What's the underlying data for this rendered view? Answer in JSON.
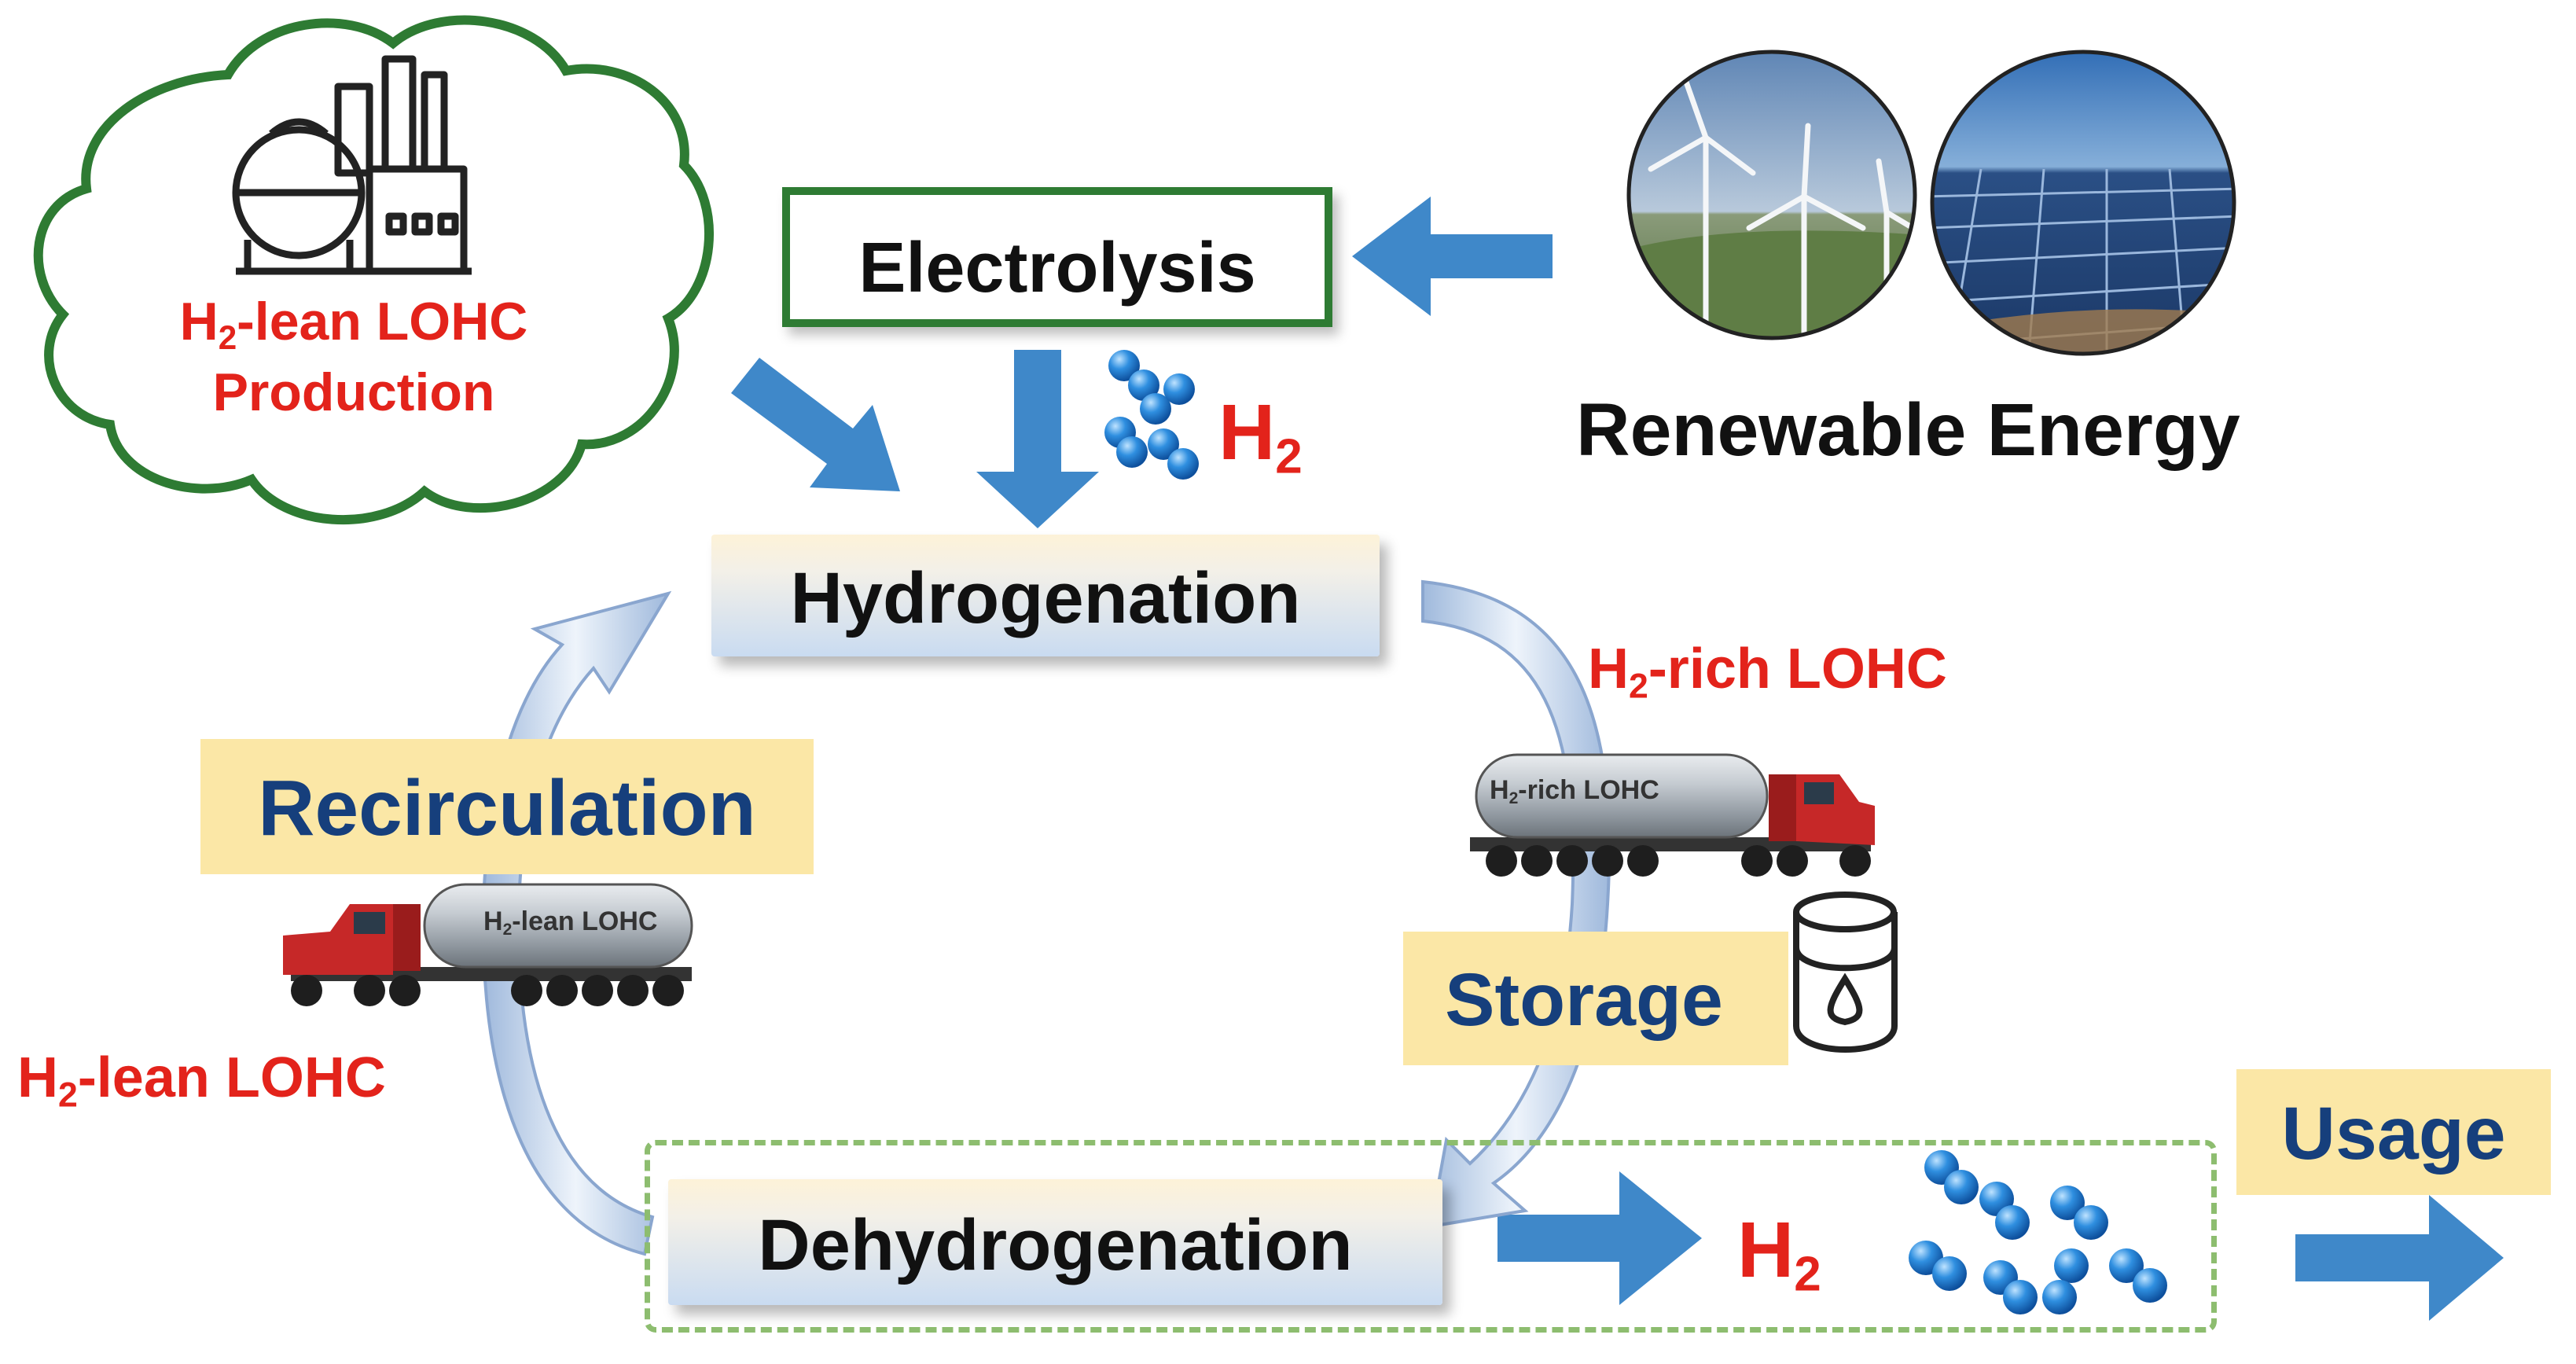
{
  "production": {
    "line1_prefix": "H",
    "line1_sub": "2",
    "line1_suffix": "-lean LOHC",
    "line2": "Production"
  },
  "electrolysis": "Electrolysis",
  "renewable": "Renewable Energy",
  "h2_top": {
    "h": "H",
    "sub": "2"
  },
  "hydrogenation": "Hydrogenation",
  "h2_rich": {
    "prefix": "H",
    "sub": "2",
    "suffix": "-rich LOHC"
  },
  "truck_rich": {
    "prefix": "H",
    "sub": "2",
    "suffix": "-rich LOHC"
  },
  "recirculation": "Recirculation",
  "truck_lean": {
    "prefix": "H",
    "sub": "2",
    "suffix": "-lean LOHC"
  },
  "h2_lean": {
    "prefix": "H",
    "sub": "2",
    "suffix": "-lean LOHC"
  },
  "storage": "Storage",
  "usage": "Usage",
  "dehydrogenation": "Dehydrogenation",
  "h2_bottom": {
    "h": "H",
    "sub": "2"
  },
  "colors": {
    "text_red": "#e3231b",
    "text_navy": "#163f7c",
    "arrow_blue": "#3f88c9",
    "cloud_green": "#2e7b33",
    "label_yellow": "#fbe7a6",
    "dash_green": "#8dbd6f"
  },
  "icons": [
    "factory-icon",
    "wind-turbine-photo",
    "solar-panel-photo",
    "hydrogen-molecule-icon",
    "tanker-truck-icon",
    "storage-tank-icon"
  ]
}
